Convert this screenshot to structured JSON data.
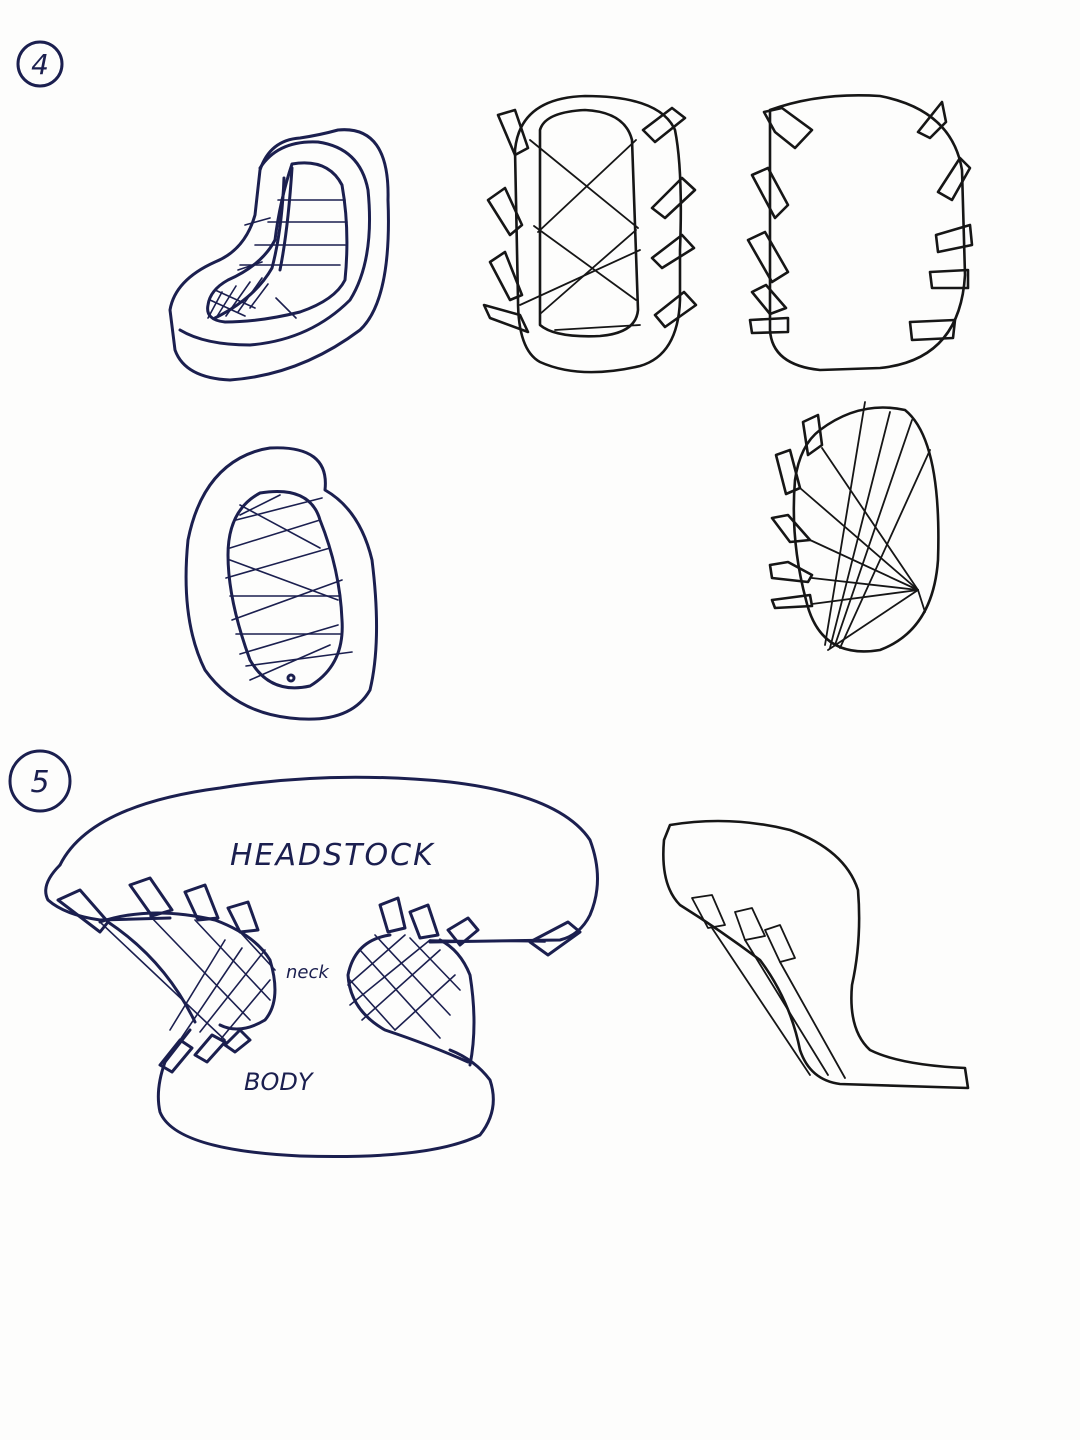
{
  "page": {
    "background": "#fdfdfc",
    "ink_blue": "#1b1f4f",
    "ink_black": "#161616"
  },
  "markers": {
    "section_4": "4",
    "section_5": "5"
  },
  "labels": {
    "headstock": "HEADSTOCK",
    "neck": "neck",
    "body": "BODY"
  }
}
